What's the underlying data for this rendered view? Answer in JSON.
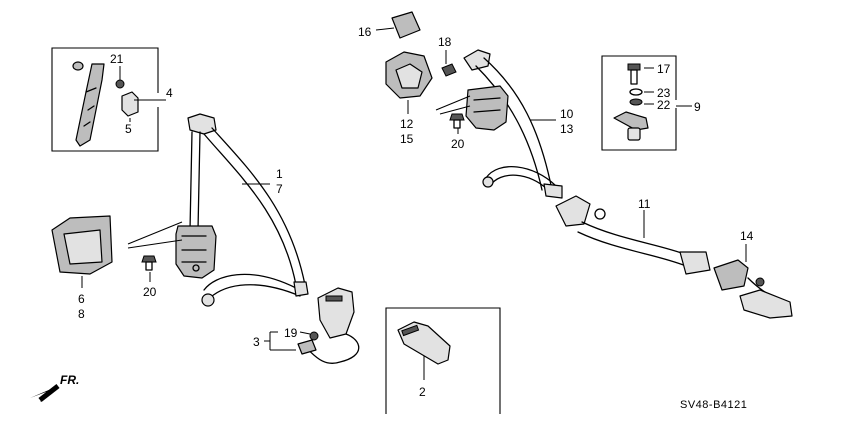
{
  "diagram": {
    "callouts": {
      "c1": "1",
      "c7": "7",
      "c2": "2",
      "c3": "3",
      "c4": "4",
      "c5": "5",
      "c6": "6",
      "c8": "8",
      "c9": "9",
      "c10": "10",
      "c13": "13",
      "c11": "11",
      "c12": "12",
      "c15": "15",
      "c14": "14",
      "c16": "16",
      "c17": "17",
      "c18": "18",
      "c19": "19",
      "c20a": "20",
      "c20b": "20",
      "c21": "21",
      "c22": "22",
      "c23": "23"
    },
    "direction_label": "FR.",
    "diagram_code": "SV48-B4121"
  }
}
